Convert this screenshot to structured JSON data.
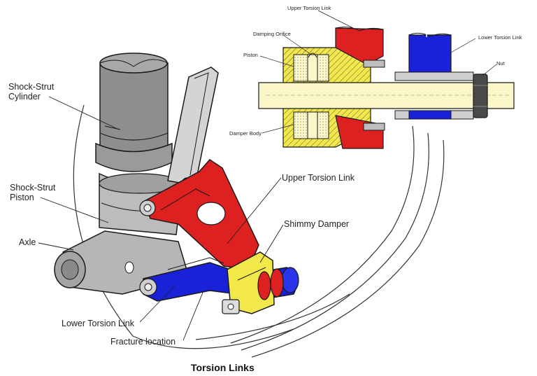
{
  "diagram": {
    "caption": "Torsion Links",
    "main_labels": {
      "shock_strut_cylinder": [
        "Shock-Strut",
        "Cylinder"
      ],
      "shock_strut_piston": [
        "Shock-Strut",
        "Piston"
      ],
      "axle": "Axle",
      "upper_torsion_link": "Upper Torsion Link",
      "shimmy_damper": "Shimmy Damper",
      "lower_torsion_link": "Lower Torsion Link",
      "fracture_location": "Fracture location"
    },
    "inset_labels": {
      "upper_torsion_link": "Upper Torsion Link",
      "damping_orifice": "Damping Orifice",
      "piston": "Piston",
      "lower_torsion_link": "Lower Torsion Link",
      "nut": "Nut",
      "damper_body": "Damper Body"
    },
    "colors": {
      "upper_link": "#dd2020",
      "lower_link": "#1a22d8",
      "damper": "#f2e84a",
      "rod": "#fbf6c8",
      "strut": "#8e8e8e",
      "outline": "#1a1a1a"
    }
  }
}
